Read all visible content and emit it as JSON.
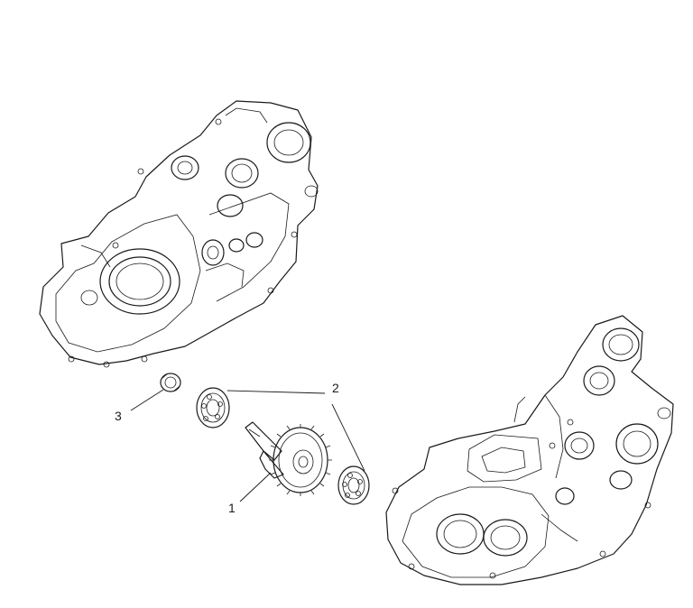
{
  "callouts": {
    "gear_shaft": "1",
    "bearing_large": "2",
    "bearing_small": "3"
  },
  "colors": {
    "line": "#1a1a1a",
    "background": "#ffffff"
  }
}
